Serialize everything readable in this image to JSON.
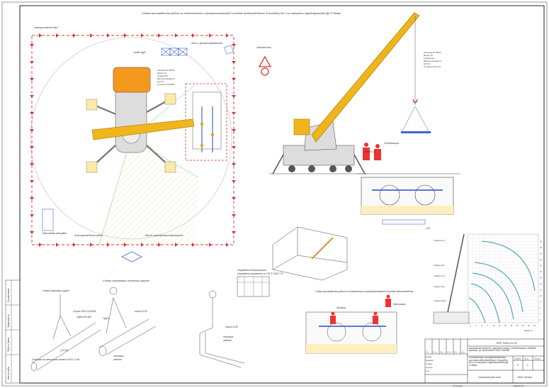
{
  "sheet": {
    "main_title": "Схема производства работ по подключению к централизованной системе водоотведения. В колодец КК-1 из напорных трубопроводов Дн 0÷50мм",
    "plan": {
      "danger_zone_label": "Опасная зона",
      "storage_label": "Склад труб",
      "post_label": "Пост с ручным ограждением",
      "boundary_label": "Граница опасной зоны",
      "crane_label": "Монтажная площадка",
      "work_zone_label": "Зона производства работ",
      "trench_label": "Место складирования материалов",
      "crane_params": [
        "Автокран КС-55713",
        "Вылет 7м",
        "Стрела 21м",
        "Высота подъема 14",
        "Q=2,5т",
        "Q стропа 1СК 3500"
      ]
    },
    "elevation": {
      "crane_params": [
        "Автокран КС-55713",
        "Вылет 7м",
        "Стрела 21м",
        "Высота подъема 14",
        "Q=2,5т",
        "Q стропа 4СК 2-3,2"
      ],
      "scaffold_label": "Стропальщик",
      "trench_label": "Разрез 1-1"
    },
    "slinging": {
      "title_main": "Схема строповки основных грузов",
      "pipe_title": "Схема строповки трубы",
      "sling1": "Строп 4СК2-3,6/3000",
      "pipe1": "Труба Ф219х6",
      "stretch1": "Оттяжка из пенькового каната Ф15,1 L=3м",
      "load1": "Q=0,6т",
      "sling2": "строп 1СК1",
      "pipe2": "Труба",
      "stretch2": "оттяжка",
      "stretch2b": "изделие",
      "sling3": "строп 1СК2",
      "stretch3": "оттяжка",
      "stretch3b": "изделие"
    },
    "sections": {
      "fence_label": "Ограждение безопасности",
      "fence_note": "Ограждение временное по ГОСТ 23407-78",
      "trench_pit": "Приямок",
      "section_title": "Схема производства работ по подключению к централизованной системе водоотведения",
      "worker_label": "Монтажник",
      "depth_label": "-2,20"
    },
    "load_chart": {
      "booms": [
        "Стрела 21 м",
        "Стрела 19 м",
        "Стрела 17 м",
        "Стрела 15 м",
        "Стрела 8,05 м"
      ],
      "x_label": "Вылет, м",
      "x_ticks": [
        "2",
        "4",
        "6",
        "8",
        "10",
        "12",
        "14",
        "16",
        "18",
        "20",
        "22",
        "24"
      ],
      "y_ticks": [
        "2",
        "4",
        "6",
        "8",
        "10",
        "12",
        "14",
        "16",
        "18",
        "20",
        "22",
        "24",
        "26",
        "28"
      ]
    },
    "stamp": {
      "code": "ППР 1000-21-22",
      "address": "Московская область, городской округ Солнечногорск, деревня Брехово, уч. Восточное ТАОЗ «Атом»",
      "description": "Подключение к централизованной системе водоотведения. В колодец КК-1 из напорных трубопроводов Дн 0÷50мм",
      "stage_h": "Стадия",
      "sheet_h": "Лист",
      "sheets_h": "Листов",
      "stage": "Р",
      "sheet": "2",
      "drawing_name": "Строительный план",
      "company": "ТАОЗ «Атом»",
      "cols": [
        "Изм.",
        "Кол.уч",
        "Лист",
        "№ док.",
        "Подп.",
        "Дата"
      ],
      "roles": [
        "Разраб.",
        "Проверил",
        "Т.контр.",
        "Н.контр.",
        "Утв."
      ],
      "copied": "Копировал",
      "format": "Формат А3"
    },
    "side_strip": [
      "Инв.№ подл.",
      "Подп. и дата",
      "Взам.инв.№",
      "Согласовано"
    ]
  }
}
